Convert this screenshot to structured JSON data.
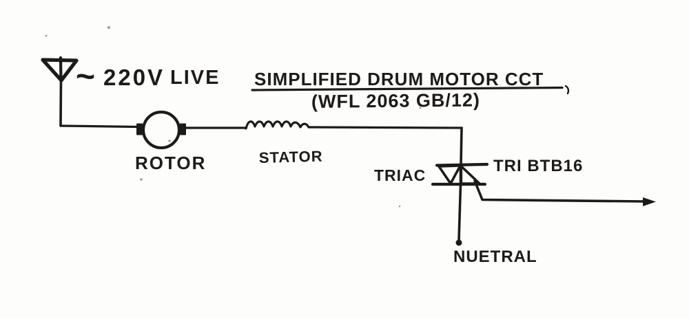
{
  "page": {
    "colors": {
      "ink": "#1d1b19",
      "paper": "#fdfdfc"
    }
  },
  "diagram": {
    "title": {
      "line1": "SIMPLIFIED DRUM MOTOR CCT",
      "line2": "(WFL 2063 GB/12)"
    },
    "live_terminal": {
      "symbol": "~",
      "voltage": "220V",
      "label": "LIVE"
    },
    "components": {
      "rotor": "ROTOR",
      "stator": "STATOR",
      "triac": "TRIAC",
      "triac_part": "TRI BTB16",
      "neutral": "NUETRAL"
    }
  }
}
